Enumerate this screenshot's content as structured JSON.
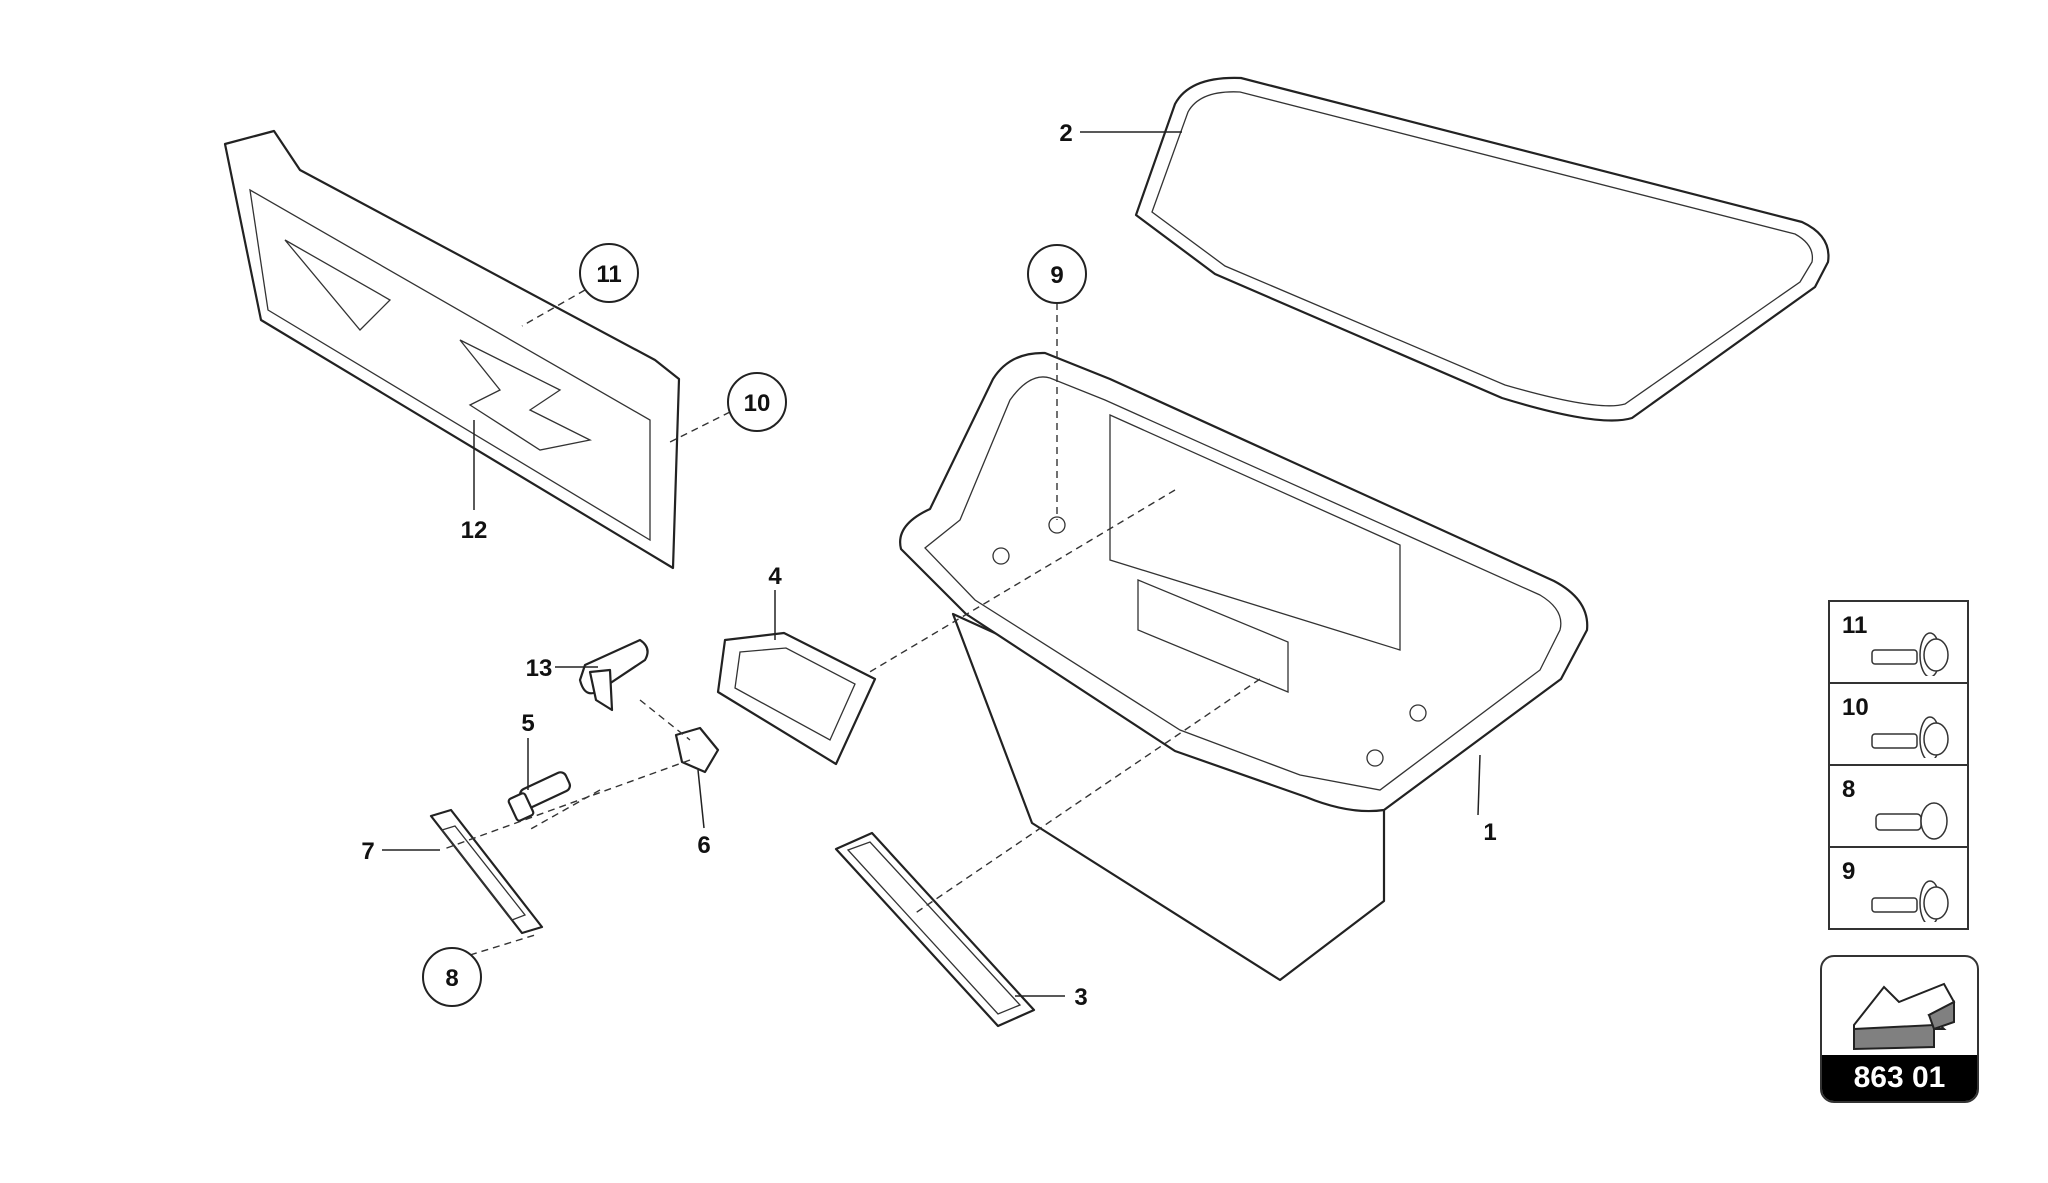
{
  "callouts": [
    {
      "id": "1",
      "label": "1"
    },
    {
      "id": "2",
      "label": "2"
    },
    {
      "id": "3",
      "label": "3"
    },
    {
      "id": "4",
      "label": "4"
    },
    {
      "id": "5",
      "label": "5"
    },
    {
      "id": "6",
      "label": "6"
    },
    {
      "id": "7",
      "label": "7"
    },
    {
      "id": "8",
      "label": "8",
      "circled": true
    },
    {
      "id": "9",
      "label": "9",
      "circled": true
    },
    {
      "id": "10",
      "label": "10",
      "circled": true
    },
    {
      "id": "11",
      "label": "11",
      "circled": true
    },
    {
      "id": "12",
      "label": "12"
    },
    {
      "id": "13",
      "label": "13"
    }
  ],
  "legend": {
    "items": [
      {
        "label": "11",
        "icon": "flange-bolt-icon"
      },
      {
        "label": "10",
        "icon": "flange-bolt-icon"
      },
      {
        "label": "8",
        "icon": "torx-screw-icon"
      },
      {
        "label": "9",
        "icon": "flange-bolt-icon"
      }
    ]
  },
  "badge": {
    "code": "863 01",
    "icon": "arrow-back-icon",
    "arrow_color": "#808080"
  }
}
